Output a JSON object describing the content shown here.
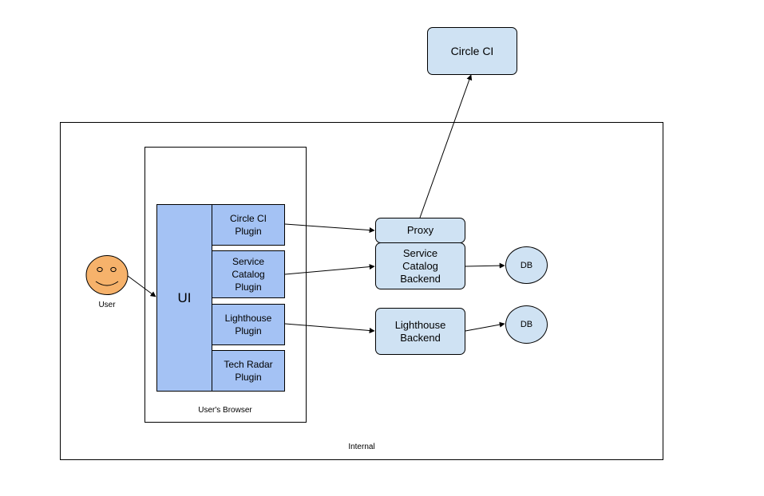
{
  "diagram": {
    "internal_label": "Internal",
    "browser_label": "User's Browser",
    "user_label": "User",
    "ui_label": "UI",
    "plugins": {
      "circleci": "Circle CI\nPlugin",
      "service_catalog": "Service\nCatalog\nPlugin",
      "lighthouse": "Lighthouse\nPlugin",
      "tech_radar": "Tech Radar\nPlugin"
    },
    "services": {
      "circleci_external": "Circle CI",
      "proxy": "Proxy",
      "service_catalog_backend": "Service\nCatalog\nBackend",
      "lighthouse_backend": "Lighthouse\nBackend"
    },
    "databases": {
      "service_catalog_db": "DB",
      "lighthouse_db": "DB"
    },
    "colors": {
      "plugin_fill": "#a4c2f4",
      "service_fill": "#cfe2f3",
      "user_face": "#f6b26b",
      "stroke": "#000000"
    }
  }
}
